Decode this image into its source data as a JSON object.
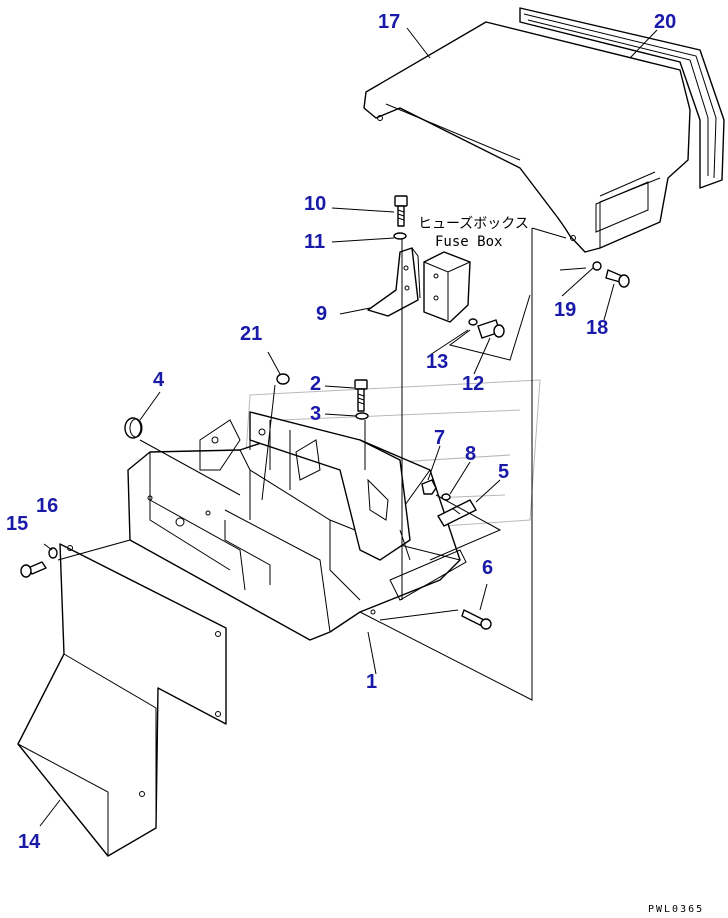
{
  "diagram": {
    "callouts": [
      {
        "id": "1",
        "text": "1"
      },
      {
        "id": "2",
        "text": "2"
      },
      {
        "id": "3",
        "text": "3"
      },
      {
        "id": "4",
        "text": "4"
      },
      {
        "id": "5",
        "text": "5"
      },
      {
        "id": "6",
        "text": "6"
      },
      {
        "id": "7",
        "text": "7"
      },
      {
        "id": "8",
        "text": "8"
      },
      {
        "id": "9",
        "text": "9"
      },
      {
        "id": "10",
        "text": "10"
      },
      {
        "id": "11",
        "text": "11"
      },
      {
        "id": "12",
        "text": "12"
      },
      {
        "id": "13",
        "text": "13"
      },
      {
        "id": "14",
        "text": "14"
      },
      {
        "id": "15",
        "text": "15"
      },
      {
        "id": "16",
        "text": "16"
      },
      {
        "id": "17",
        "text": "17"
      },
      {
        "id": "18",
        "text": "18"
      },
      {
        "id": "19",
        "text": "19"
      },
      {
        "id": "20",
        "text": "20"
      },
      {
        "id": "21",
        "text": "21"
      }
    ],
    "fuse_box_label_jp": "ヒューズボックス",
    "fuse_box_label_en": "Fuse Box",
    "drawing_code": "PWL0365",
    "colors": {
      "callout": "#1a1aa8",
      "line": "#000000",
      "watermark": "#b8b8b8"
    }
  }
}
